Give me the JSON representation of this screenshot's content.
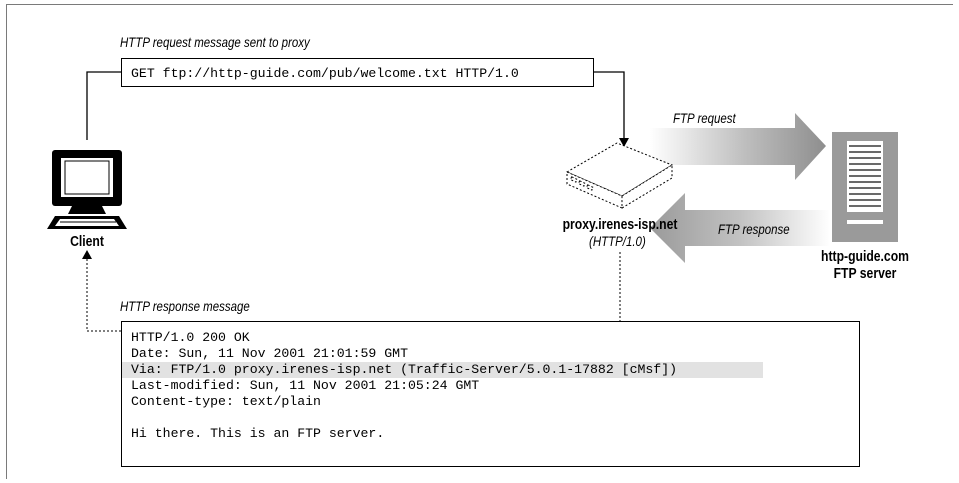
{
  "labels": {
    "request_caption": "HTTP request message sent to proxy",
    "response_caption": "HTTP response message",
    "ftp_request": "FTP request",
    "ftp_response": "FTP response",
    "client": "Client",
    "proxy_name": "proxy.irenes-isp.net",
    "proxy_protocol": "(HTTP/1.0)",
    "server_name": "http-guide.com",
    "server_role": "FTP server"
  },
  "request": {
    "line": "GET ftp://http-guide.com/pub/welcome.txt HTTP/1.0"
  },
  "response": {
    "status": "HTTP/1.0 200 OK",
    "date": "Date: Sun, 11 Nov 2001 21:01:59 GMT",
    "via": "Via: FTP/1.0 proxy.irenes-isp.net (Traffic-Server/5.0.1-17882 [cMsf])",
    "last_modified": "Last-modified: Sun, 11 Nov 2001 21:05:24 GMT",
    "content_type": "Content-type: text/plain",
    "body": "Hi there. This is an FTP server."
  },
  "colors": {
    "line": "#000000",
    "arrow_gray": "#9a9a9a",
    "highlight": "#e2e2e2"
  },
  "icons": {
    "client": "desktop-computer-icon",
    "proxy": "proxy-box-icon",
    "server": "server-tower-icon"
  }
}
